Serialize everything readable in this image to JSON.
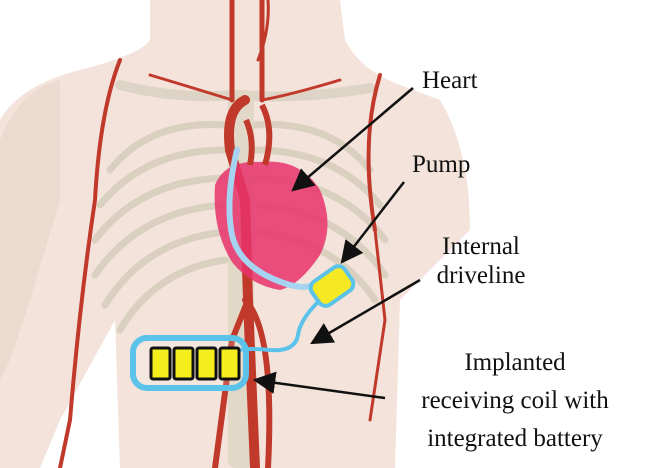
{
  "labels": {
    "heart": "Heart",
    "pump": "Pump",
    "driveline_line1": "Internal",
    "driveline_line2": "driveline",
    "coil_line1": "Implanted",
    "coil_line2": "receiving coil with",
    "coil_line3": "integrated battery"
  },
  "colors": {
    "skin": "#f2e2d8",
    "bone": "#ddd6c6",
    "artery": "#c0392b",
    "heart": "#e8336b",
    "pump_fill": "#f4e922",
    "device_outline": "#5bc3ea",
    "battery_fill": "#f5ee1e"
  },
  "battery_cells": 4
}
